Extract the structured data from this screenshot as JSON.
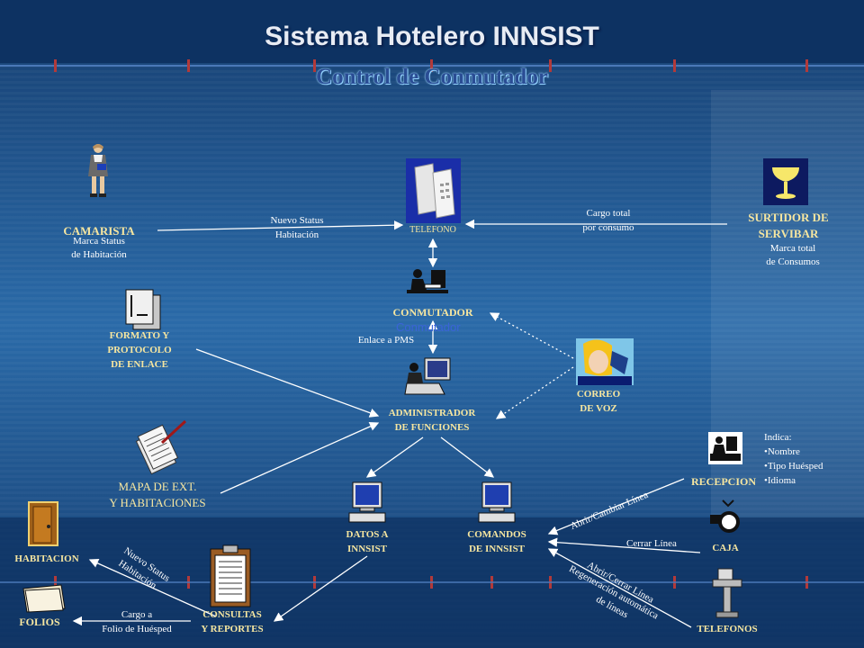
{
  "header": {
    "title": "Sistema Hotelero INNSIST",
    "subtitle": "Control de Conmutador"
  },
  "colors": {
    "background": "#1f4f86",
    "lines": "#ffffff",
    "accent_text": "#f6e6a0",
    "subtitle": "#2a4d94"
  },
  "nodes": {
    "camarista": {
      "label": "CAMARISTA",
      "sub1": "Marca Status",
      "sub2": "de Habitación",
      "icon": "maid-icon"
    },
    "telefono": {
      "label": "TELEFONO",
      "icon": "telephone-icon"
    },
    "surtidor": {
      "label1": "SURTIDOR DE",
      "label2": "SERVIBAR",
      "sub1": "Marca total",
      "sub2": "de Consumos",
      "icon": "cocktail-glass-icon"
    },
    "conmutador": {
      "label": "CONMUTADOR",
      "overlay": "Conmutador",
      "icon": "operator-icon"
    },
    "formato": {
      "label1": "FORMATO Y",
      "label2": "PROTOCOLO",
      "label3": "DE ENLACE",
      "icon": "documents-icon"
    },
    "correo": {
      "label1": "CORREO",
      "label2": "DE VOZ",
      "icon": "woman-on-phone-icon"
    },
    "administrador": {
      "label1": "ADMINISTRADOR",
      "label2": "DE FUNCIONES",
      "icon": "computer-user-icon"
    },
    "mapa": {
      "label1": "MAPA DE EXT.",
      "label2": "Y HABITACIONES",
      "icon": "papers-pen-icon"
    },
    "recepcion": {
      "label": "RECEPCION",
      "icon": "reception-desk-icon"
    },
    "indica": {
      "title": "Indica:",
      "items": [
        "•Nombre",
        "•Tipo Huésped",
        "•Idioma"
      ]
    },
    "datos": {
      "label1": "DATOS  A",
      "label2": "INNSIST",
      "icon": "computer-icon"
    },
    "comandos": {
      "label1": "COMANDOS",
      "label2": "DE INNSIST",
      "icon": "computer-icon"
    },
    "caja": {
      "label": "CAJA",
      "icon": "cash-register-icon"
    },
    "habitacion": {
      "label": "HABITACION",
      "icon": "door-icon"
    },
    "consultas": {
      "label1": "CONSULTAS",
      "label2": "Y REPORTES",
      "icon": "clipboard-icon"
    },
    "folios": {
      "label": "FOLIOS",
      "icon": "folder-icon"
    },
    "telefonos": {
      "label": "TELEFONOS",
      "icon": "desk-phone-icon"
    }
  },
  "edges": {
    "nuevo_status": {
      "line1": "Nuevo Status",
      "line2": "Habitación"
    },
    "cargo_total": {
      "line1": "Cargo total",
      "line2": "por consumo"
    },
    "enlace_pms": "Enlace a PMS",
    "abrir_cambiar": "Abrir/Cambiar Línea",
    "cerrar_linea": "Cerrar Línea",
    "nuevo_status_hab": {
      "line1": "Nuevo Status",
      "line2": "Habitación"
    },
    "abrir_regen": {
      "line1": "Abrir/Cerrar Línea",
      "line2": "Regeneración automática",
      "line3": "de líneas"
    },
    "cargo_folio": {
      "line1": "Cargo a",
      "line2": "Folio de Huésped"
    }
  }
}
